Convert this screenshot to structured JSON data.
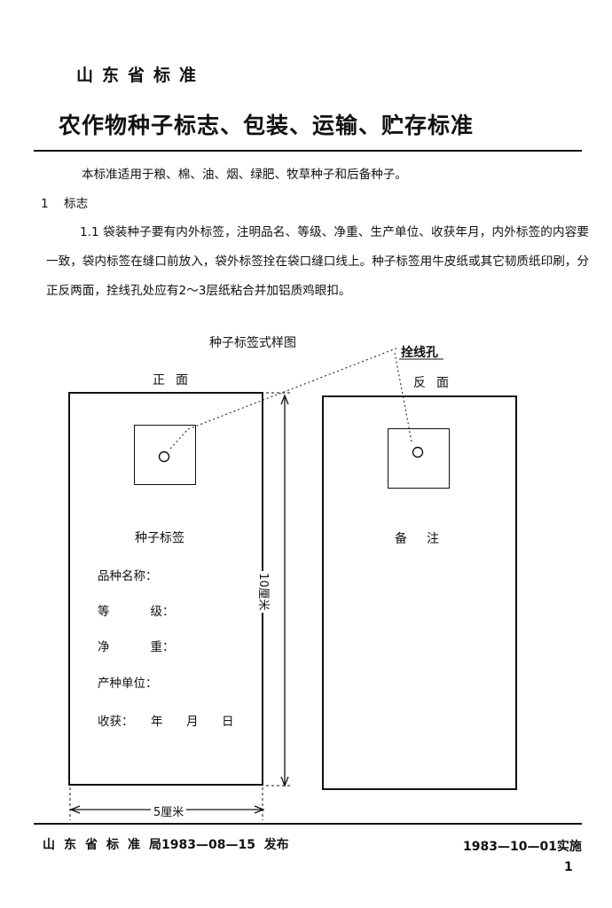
{
  "header": {
    "org": "山东省标准",
    "title": "农作物种子标志、包装、运输、贮存标准"
  },
  "body": {
    "intro": "本标准适用于粮、棉、油、烟、绿肥、牧草种子和后备种子。",
    "section1_num": "1",
    "section1_title": "标志",
    "para_1_1_num": "1.1",
    "para_1_1": "袋装种子要有内外标签，注明品名、等级、净重、生产单位、收获年月，内外标签的内容要一致，袋内标签在缝口前放入，袋外标签拴在袋口缝口线上。种子标签用牛皮纸或其它韧质纸印刷，分正反两面，拴线孔处应有2～3层纸粘合并加铝质鸡眼扣。"
  },
  "figure": {
    "caption": "种子标签式样图",
    "front_label": "正面",
    "back_label": "反面",
    "hole_label": "拴线孔",
    "front_heading": "种子标签",
    "back_heading": "备注",
    "field_variety": "品种名称：",
    "field_grade_a": "等",
    "field_grade_b": "级：",
    "field_weight_a": "净",
    "field_weight_b": "重：",
    "field_producer": "产种单位：",
    "field_harvest": "收获：",
    "field_year": "年",
    "field_month": "月",
    "field_day": "日",
    "dim_height": "10厘米",
    "dim_width": "5厘米"
  },
  "footer": {
    "org_spaced": "山东省标准",
    "org_tail": "局1983—08—15",
    "published": "发布",
    "implemented": "1983—10—01实施",
    "page": "1"
  }
}
